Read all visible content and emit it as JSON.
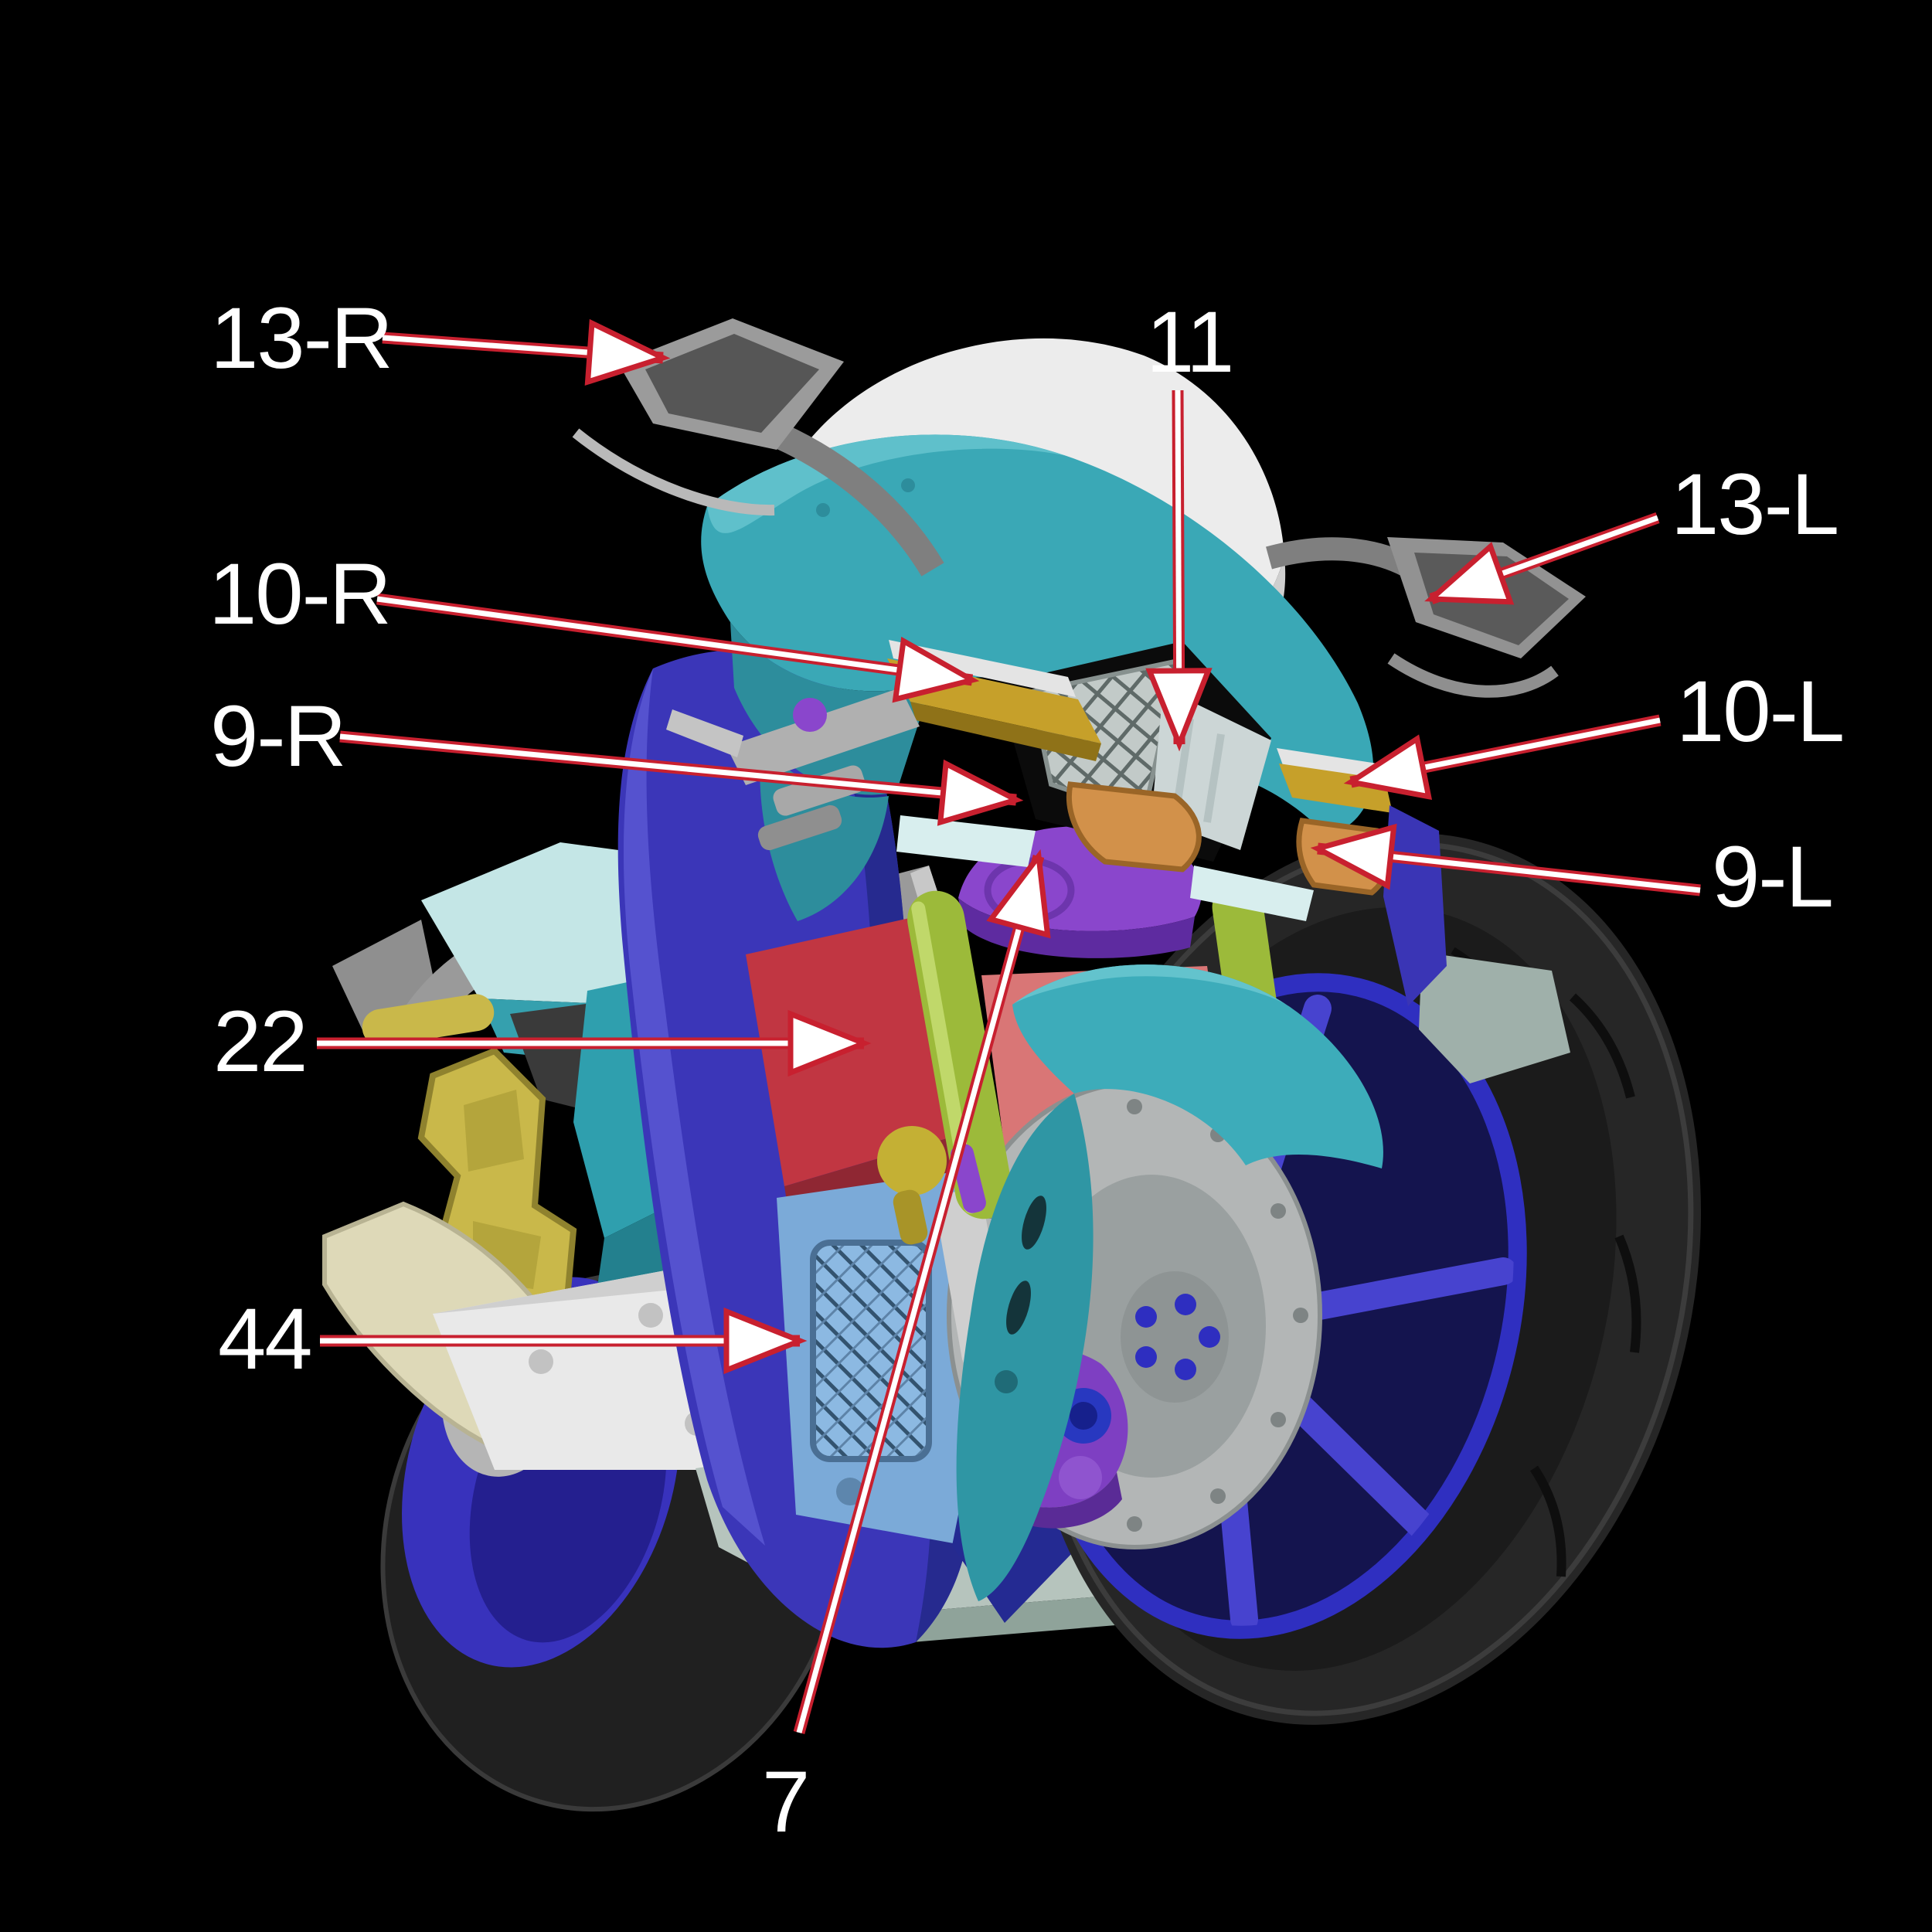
{
  "figure": {
    "type": "motorcycle-parts-diagram",
    "subject": "Sport motorcycle CAD render, front three-quarter view, color-coded parts on black background",
    "background_color": "#000000",
    "callout_style": {
      "text_color": "#ffffff",
      "line_core_color": "#ffffff",
      "line_outline_color": "#c8202f",
      "arrow_fill_color": "#ffffff"
    }
  },
  "callouts": [
    {
      "id": "13-R",
      "label": "13-R"
    },
    {
      "id": "11",
      "label": "11"
    },
    {
      "id": "13-L",
      "label": "13-L"
    },
    {
      "id": "10-R",
      "label": "10-R"
    },
    {
      "id": "10-L",
      "label": "10-L"
    },
    {
      "id": "9-R",
      "label": "9-R"
    },
    {
      "id": "9-L",
      "label": "9-L"
    },
    {
      "id": "22",
      "label": "22"
    },
    {
      "id": "44",
      "label": "44"
    },
    {
      "id": "7",
      "label": "7"
    }
  ],
  "part_colors": {
    "upper_fairing_teal": "#3aa8b6",
    "windscreen_white": "#ececec",
    "mirror_gray": "#8f8f8f",
    "main_fairing_blue": "#3b36b8",
    "inner_fairing_navy": "#262a92",
    "mid_panel_red": "#c13642",
    "lower_panel_light_blue": "#7baad8",
    "vent_mesh_blue": "#8cb9e2",
    "winglet_yellow": "#c6a02a",
    "turn_signal_orange": "#d2914a",
    "horn_purple": "#8a46cc",
    "fork_green": "#9cba3a",
    "front_fender_teal": "#2f9aa8",
    "radiator_salmon": "#d97676",
    "wheel_rim_blue": "#2f2fc0",
    "tire_dark": "#242424",
    "brake_disc_silver": "#b5b5b5",
    "brake_caliper_purple": "#7e3fc2",
    "engine_red": "#a82f38",
    "rear_bracket_yellow": "#c9b84a",
    "exhaust_cream": "#ded9b8",
    "heat_shield_white": "#e9e9e9",
    "skid_plate_sage": "#b6c4bd",
    "tail_cowl_cyan": "#c4e6e6",
    "linkage_green": "#2fae3e",
    "rear_caliper_gold": "#c8a435",
    "headlight_mesh_silver": "#c2cac8"
  }
}
